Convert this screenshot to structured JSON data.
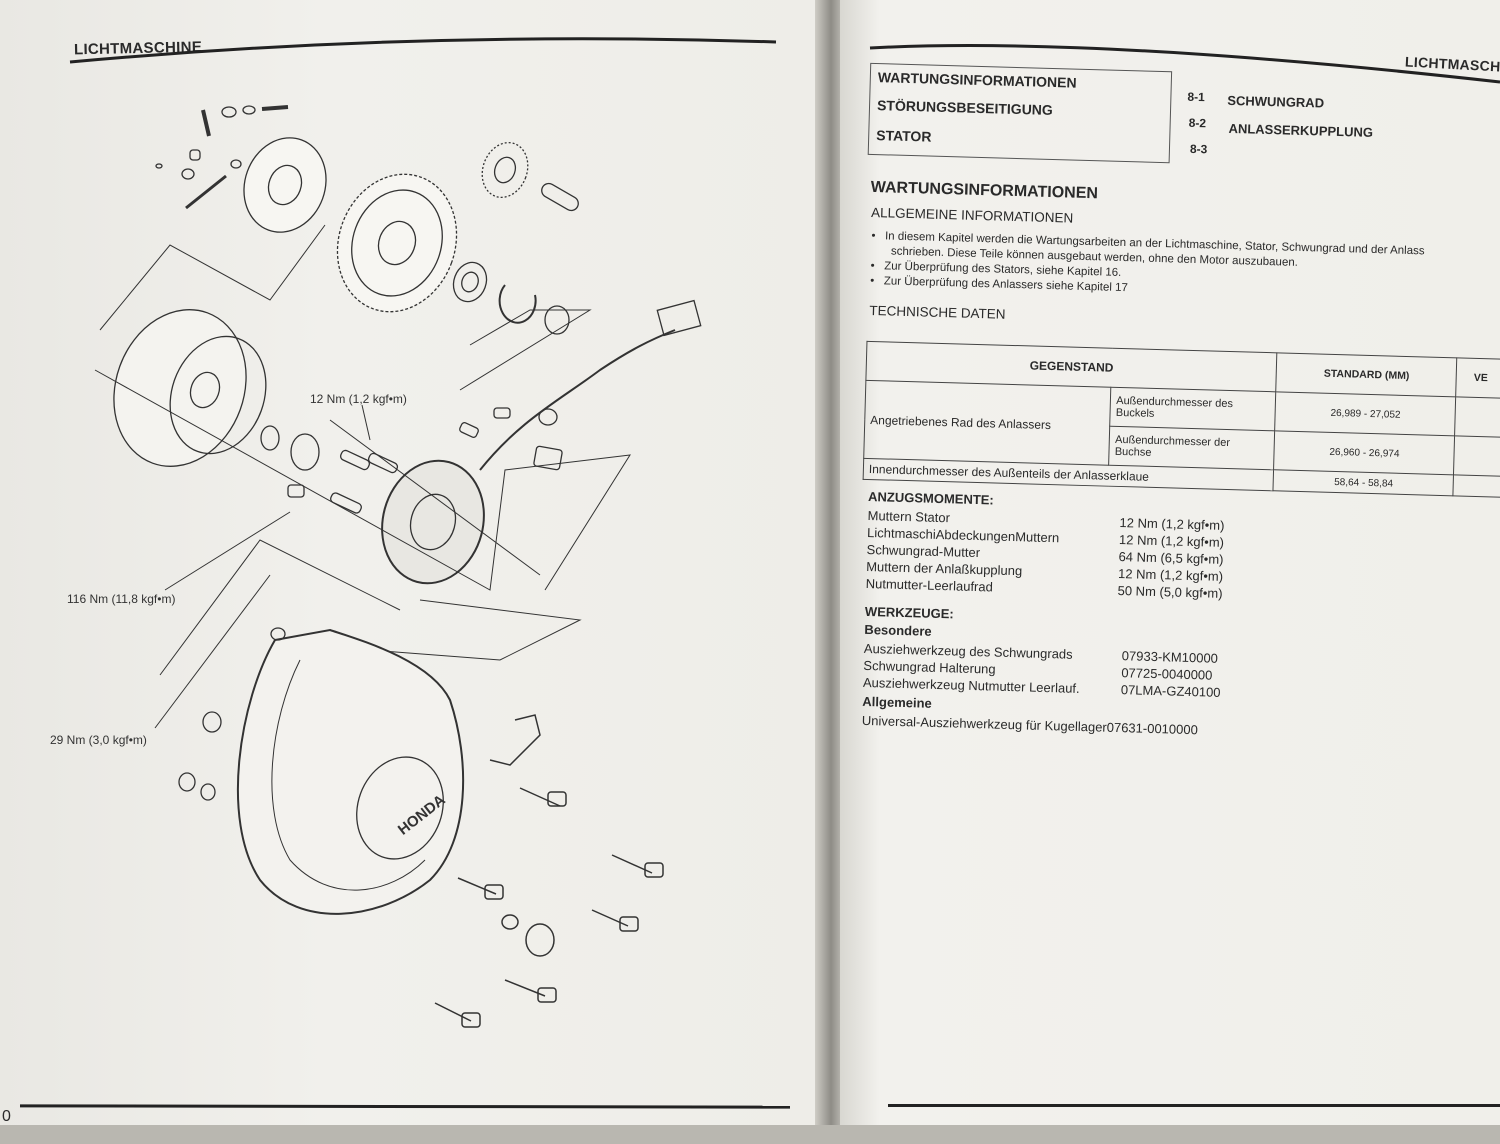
{
  "left": {
    "header": "LICHTMASCHINE",
    "callouts": {
      "torque_stator": "12 Nm (1,2 kgf•m)",
      "torque_flywheel": "116 Nm (11,8 kgf•m)",
      "torque_cover": "29 Nm (3,0 kgf•m)"
    },
    "cover_logo": "HONDA",
    "page_number": "0"
  },
  "right": {
    "header": "LICHTMASCH",
    "toc": {
      "left_items": [
        "WARTUNGSINFORMATIONEN",
        "STÖRUNGSBESEITIGUNG",
        "STATOR"
      ],
      "numbers": [
        "8-1",
        "8-2",
        "8-3"
      ],
      "right_items": [
        "SCHWUNGRAD",
        "ANLASSERKUPPLUNG"
      ]
    },
    "section_title": "WARTUNGSINFORMATIONEN",
    "general_title": "ALLGEMEINE INFORMATIONEN",
    "bullets": [
      "In diesem Kapitel werden die Wartungsarbeiten an der Lichtmaschine, Stator, Schwungrad und der Anlass",
      "schrieben. Diese Teile können ausgebaut werden, ohne den Motor auszubauen.",
      "Zur Überprüfung des Stators, siehe Kapitel 16.",
      "Zur Überprüfung des Anlassers siehe Kapitel 17"
    ],
    "tech_title": "TECHNISCHE DATEN",
    "table": {
      "col_item": "GEGENSTAND",
      "col_standard": "STANDARD (MM)",
      "col_limit": "VE",
      "row_group_label": "Angetriebenes Rad des Anlassers",
      "rows": [
        {
          "sub": "Außendurchmesser des Buckels",
          "standard": "26,989 - 27,052"
        },
        {
          "sub": "Außendurchmesser der Buchse",
          "standard": "26,960 - 26,974"
        }
      ],
      "row3_label": "Innendurchmesser des Außenteils der Anlasserklaue",
      "row3_standard": "58,64 - 58,84"
    },
    "torque_title": "ANZUGSMOMENTE:",
    "torques": [
      {
        "item": "Muttern Stator",
        "value": "12 Nm (1,2 kgf•m)"
      },
      {
        "item": "LichtmaschiAbdeckungenMuttern",
        "value": "12 Nm (1,2 kgf•m)"
      },
      {
        "item": "Schwungrad-Mutter",
        "value": "64 Nm (6,5 kgf•m)"
      },
      {
        "item": "Muttern der Anlaßkupplung",
        "value": "12 Nm (1,2 kgf•m)"
      },
      {
        "item": "Nutmutter-Leerlaufrad",
        "value": "50 Nm (5,0 kgf•m)"
      }
    ],
    "tools_title": "WERKZEUGE:",
    "special_title": "Besondere",
    "special_tools": [
      {
        "item": "Ausziehwerkzeug des Schwungrads",
        "code": "07933-KM10000"
      },
      {
        "item": "Schwungrad Halterung",
        "code": "07725-0040000"
      },
      {
        "item": "Ausziehwerkzeug Nutmutter Leerlauf.",
        "code": "07LMA-GZ40100"
      }
    ],
    "general_tools_title": "Allgemeine",
    "general_tool": "Universal-Ausziehwerkzeug für Kugellager07631-0010000"
  }
}
